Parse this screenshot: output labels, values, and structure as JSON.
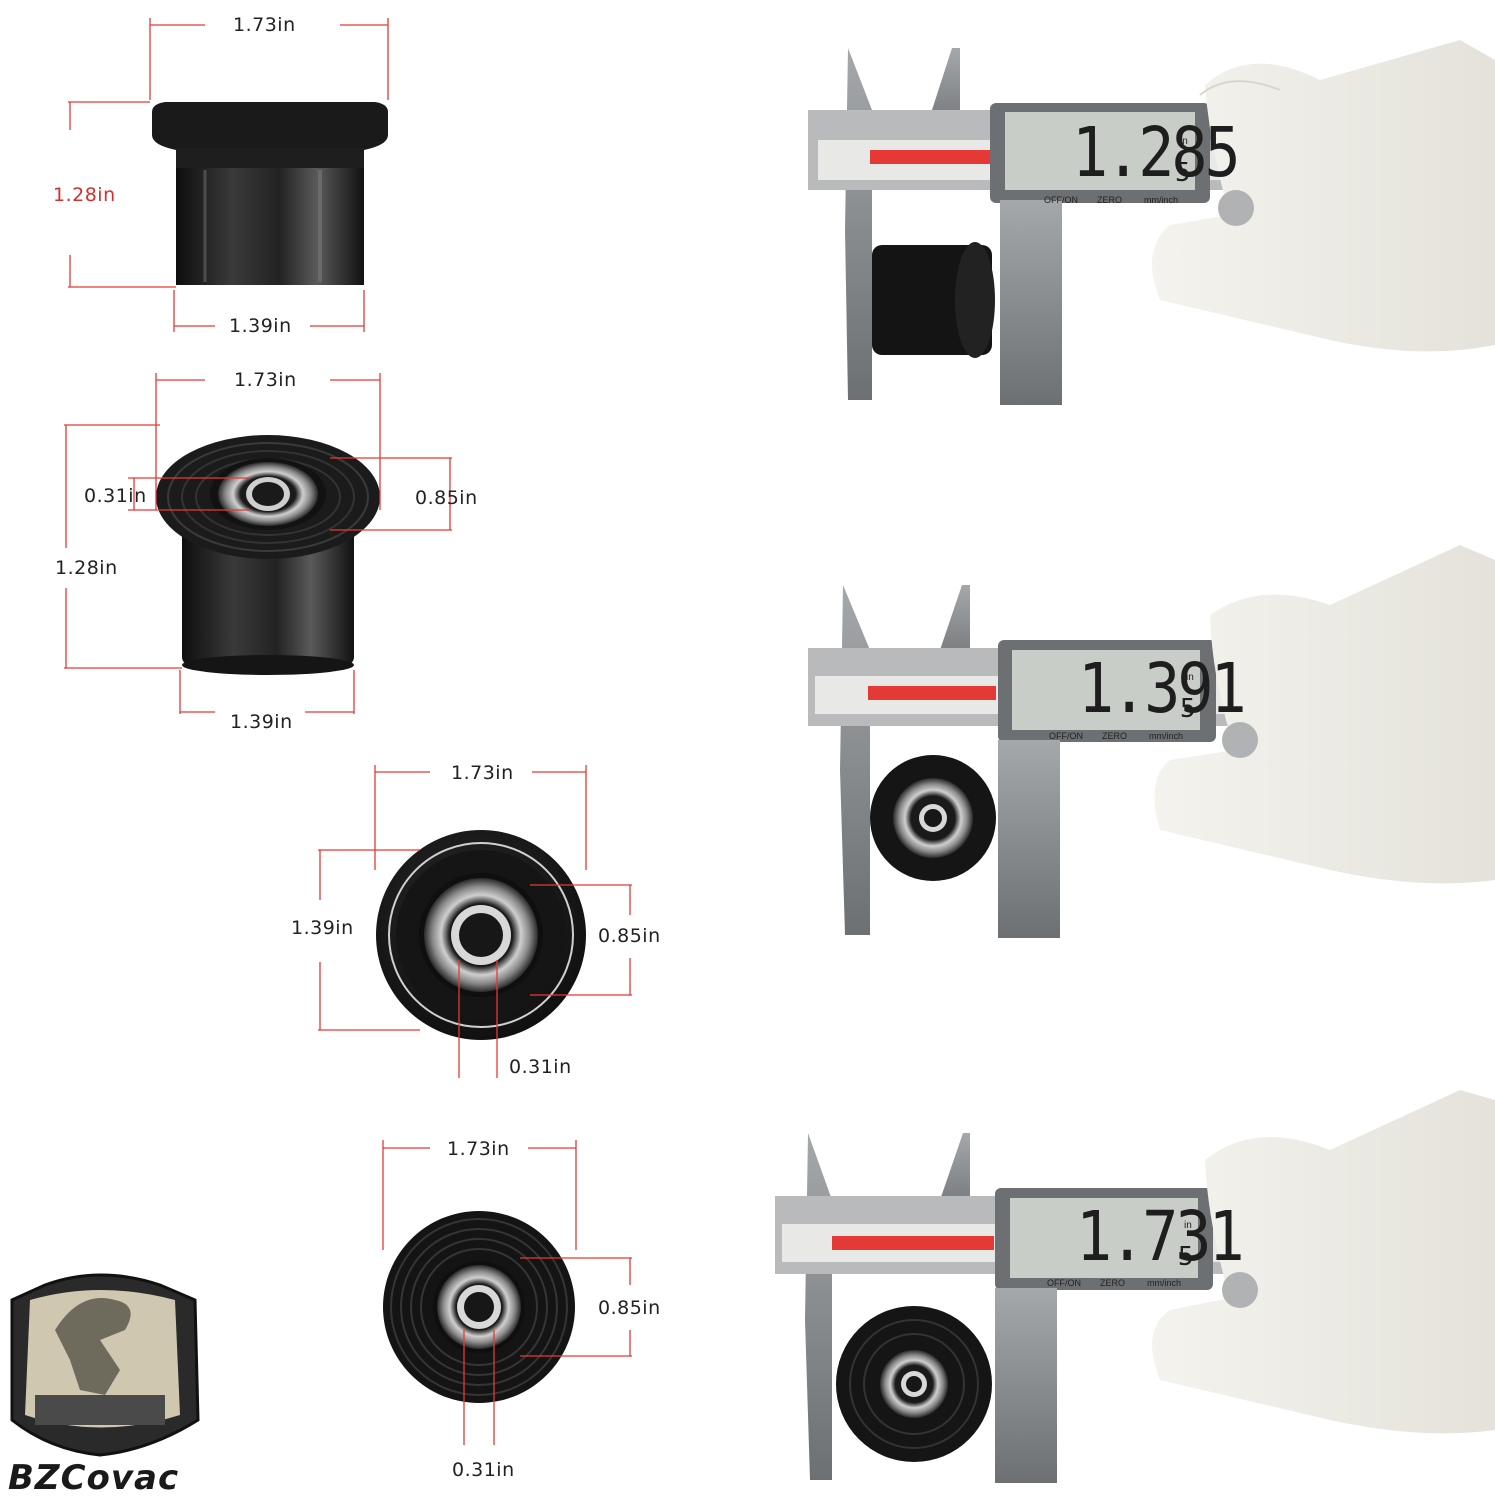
{
  "products": [
    {
      "id": "view1",
      "dims": {
        "top": "1.73in",
        "left": "1.28in",
        "bottom": "1.39in"
      }
    },
    {
      "id": "view2",
      "dims": {
        "top": "1.73in",
        "inner": "0.31in",
        "right": "0.85in",
        "left": "1.28in",
        "bottom": "1.39in"
      }
    },
    {
      "id": "view3",
      "dims": {
        "top": "1.73in",
        "left": "1.39in",
        "right": "0.85in",
        "bottom": "0.31in"
      }
    },
    {
      "id": "view4",
      "dims": {
        "top": "1.73in",
        "right": "0.85in",
        "bottom": "0.31in"
      }
    }
  ],
  "calipers": [
    {
      "reading": "1.285",
      "sub": "5",
      "unit": "in",
      "labels": [
        "OFF/ON",
        "ZERO",
        "mm/inch"
      ]
    },
    {
      "reading": "1.391",
      "sub": "5",
      "unit": "in",
      "labels": [
        "OFF/ON",
        "ZERO",
        "mm/inch"
      ]
    },
    {
      "reading": "1.731",
      "sub": "5",
      "unit": "in",
      "labels": [
        "OFF/ON",
        "ZERO",
        "mm/inch"
      ]
    }
  ],
  "brand": {
    "name": "BZCovac"
  },
  "colors": {
    "dimension_line": "#e53935",
    "part": "#1c1c1c",
    "caliper_body": "#8a8d90",
    "lcd": "#c9cdc8"
  }
}
